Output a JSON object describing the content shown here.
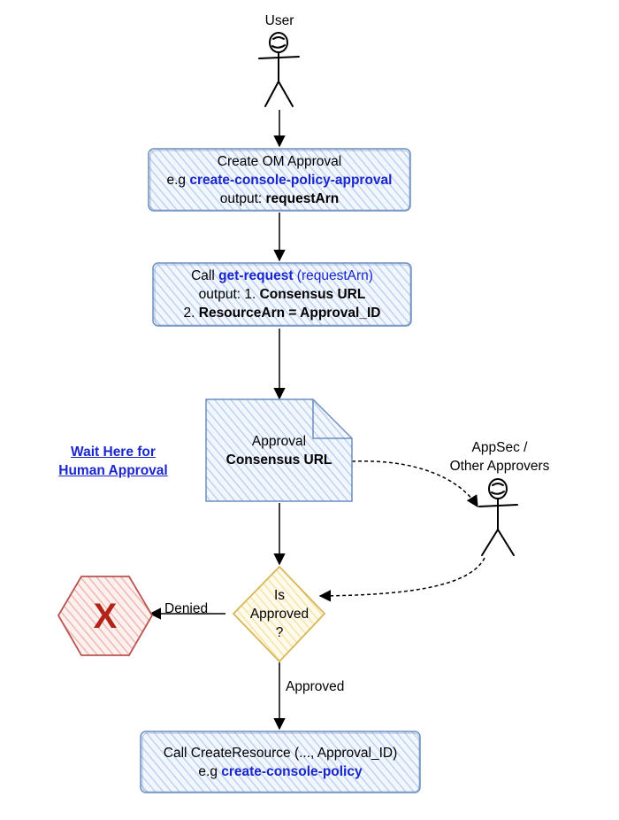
{
  "actors": {
    "user": "User",
    "approvers_line1": "AppSec /",
    "approvers_line2": "Other Approvers"
  },
  "step1": {
    "line1": "Create OM Approval",
    "line2_prefix": "e.g ",
    "line2_code": "create-console-policy-approval",
    "line3_prefix": "output: ",
    "line3_value": "requestArn"
  },
  "step2": {
    "line1_prefix": "Call ",
    "line1_code": "get-request",
    "line1_arg": " (requestArn)",
    "line2_prefix": "output: 1. ",
    "line2_value": "Consensus URL",
    "line3_prefix": "2. ",
    "line3_value": "ResourceArn = Approval_ID"
  },
  "document": {
    "line1": "Approval",
    "line2": "Consensus URL"
  },
  "wait_link": {
    "line1": "Wait Here for",
    "line2": "Human Approval"
  },
  "decision": {
    "line1": "Is",
    "line2": "Approved",
    "line3": "?"
  },
  "edges": {
    "denied": "Denied",
    "approved": "Approved"
  },
  "rejected_symbol": "X",
  "step3": {
    "line1": "Call CreateResource (..., Approval_ID)",
    "line2_prefix": "e.g ",
    "line2_code": "create-console-policy"
  },
  "colors": {
    "box_fill": "#dae8fc",
    "box_stroke": "#6c8ebf",
    "decision_fill": "#fff2cc",
    "decision_stroke": "#d6b656",
    "reject_fill": "#f8cecc",
    "reject_stroke": "#b85450",
    "code_blue": "#1a26c9"
  }
}
